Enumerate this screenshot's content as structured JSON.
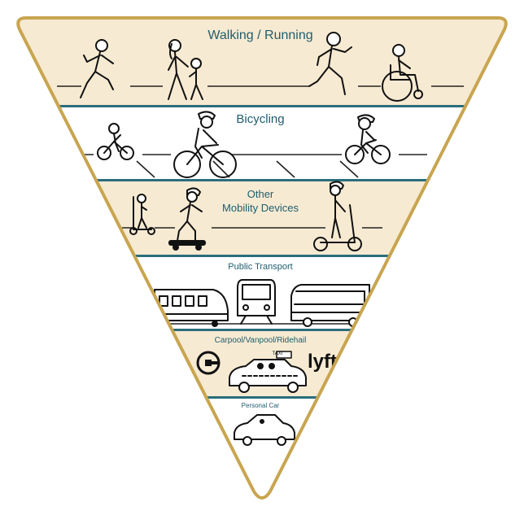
{
  "colors": {
    "border": "#c8a550",
    "tier_fill_cream": "#f7ead2",
    "tier_fill_white": "#ffffff",
    "divider": "#2a6d7c",
    "label": "#1f5d6e"
  },
  "pyramid": {
    "tiers": [
      {
        "label": "Walking / Running",
        "icons": [
          "runner-icon",
          "mother-child-walking-icon",
          "jogger-icon",
          "wheelchair-user-icon"
        ]
      },
      {
        "label": "Bicycling",
        "icons": [
          "child-cyclist-icon",
          "cyclist-icon",
          "cyclist-icon"
        ]
      },
      {
        "label_line1": "Other",
        "label_line2": "Mobility Devices",
        "icons": [
          "kick-scooter-child-icon",
          "skateboarder-icon",
          "e-scooter-rider-icon"
        ]
      },
      {
        "label": "Public Transport",
        "icons": [
          "light-rail-icon",
          "tram-front-icon",
          "bus-icon"
        ]
      },
      {
        "label": "Carpool/Vanpool/Ridehail",
        "icons": [
          "uber-logo-icon",
          "taxi-icon",
          "lyft-logo"
        ],
        "logo_text": "lyft",
        "taxi_sign": "TAXI"
      },
      {
        "label": "Personal Car",
        "icons": [
          "car-icon"
        ]
      }
    ]
  }
}
